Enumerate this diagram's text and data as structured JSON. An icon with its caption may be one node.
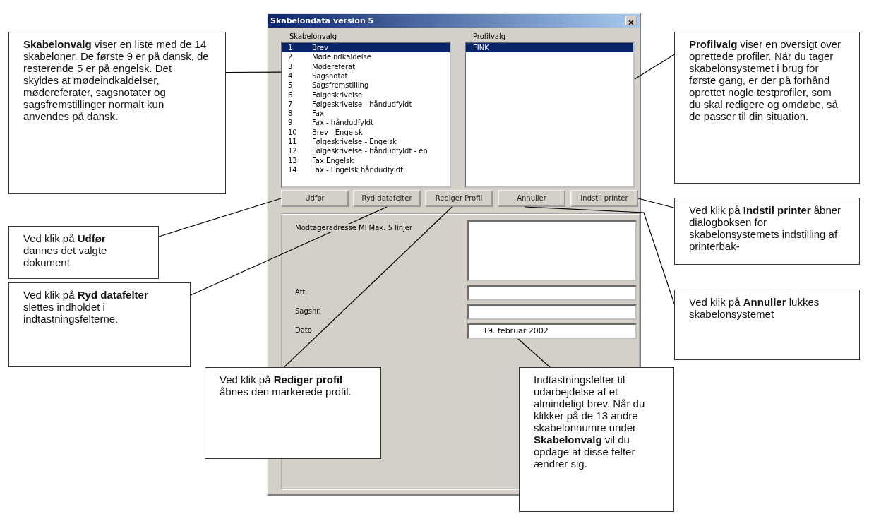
{
  "diagram": {
    "nodes": [
      {
        "text": [
          "Skabelondata version 5"
        ]
      },
      {
        "text": [
          "Skabelonvalg"
        ],
        "in": 0
      },
      {
        "text": [
          "Profilvalg"
        ],
        "in": 0
      },
      {
        "text": [
          "Udfør"
        ],
        "in": 0
      },
      {
        "text": [
          "Ryd datafelter"
        ],
        "in": 0
      },
      {
        "text": [
          "Rediger Profil"
        ],
        "in": 0
      },
      {
        "text": [
          "Annuller"
        ],
        "in": 0
      },
      {
        "text": [
          "Indstil printer"
        ],
        "in": 0
      },
      {
        "text": [],
        "shape": "box",
        "in": 0
      },
      {
        "text": [],
        "shape": "box",
        "in": 0
      },
      {
        "text": [],
        "shape": "box",
        "in": 0
      },
      {
        "text": [
          "19. februar 2002"
        ],
        "in": 0
      },
      {
        "text": [
          "**Skabelonvalg** viser en liste med de 14 skabeloner. De første 9 er på dansk, de resterende 5 er på engelsk. Det skyldes at mødeindkaldelser, mødereferater, sagsnotater og sagsfremstillinger normalt kun anvendes på dansk."
        ]
      },
      {
        "text": [
          "**Profilvalg** viser en oversigt over oprettede profiler. Når du tager skabelonsystemet i brug for første gang, er der på forhånd oprettet nogle testprofiler, som du skal redigere og omdøbe, så de passer til din situation."
        ]
      },
      {
        "text": [
          "Ved klik på **Udfør** dannes det valgte dokument"
        ]
      },
      {
        "text": [
          "Ved klik på **Indstil printer** åbner dialogboksen for skabelonsystemets indstilling af printerbak-"
        ]
      },
      {
        "text": [
          "Ved klik på **Ryd datafelter** slettes indholdet i indtastningsfelterne."
        ]
      },
      {
        "text": [
          "Ved klik på **Annuller** lukkes skabelonsystemet"
        ]
      },
      {
        "text": [
          "Ved klik på **Rediger profil** åbnes den markerede profil."
        ]
      },
      {
        "text": [
          "Indtastningsfelter til udarbejdelse af et almindeligt brev. Når du klikker på de 13 andre skabelonnumre under **Skabelonvalg** vil du opdage at disse felter ændrer sig."
        ]
      }
    ],
    "edges": [
      {
        "from": 12,
        "to": 1,
        "arrow": "none"
      },
      {
        "from": 13,
        "to": 2,
        "arrow": "none"
      },
      {
        "from": 14,
        "to": 3,
        "arrow": "none"
      },
      {
        "from": 15,
        "to": 7,
        "arrow": "none"
      },
      {
        "from": 16,
        "to": 4,
        "arrow": "none"
      },
      {
        "from": 17,
        "to": 6,
        "arrow": "none"
      },
      {
        "from": 18,
        "to": 5,
        "arrow": "none"
      },
      {
        "from": 19,
        "to": 11,
        "arrow": "none"
      }
    ],
    "labels": [
      "1",
      "Brev",
      "2",
      "Mødeindkaldelse",
      "3",
      "Mødereferat",
      "4",
      "Sagsnotat",
      "5",
      "Sagsfremstilling",
      "6",
      "Følgeskrivelse",
      "7",
      "Følgeskrivelse - håndudfyldt",
      "8",
      "Fax",
      "9",
      "Fax - håndudfyldt",
      "10",
      "Brev - Engelsk",
      "11",
      "Følgeskrivelse - Engelsk",
      "12",
      "Følgeskrivelse - håndudfyldt - en",
      "13",
      "Fax Engelsk",
      "14",
      "Fax - Engelsk håndudfyldt",
      "FINK",
      "Modtageradresse Ml Max. 5 linjer",
      "Att.",
      "Sagsnr.",
      "Dato"
    ]
  }
}
